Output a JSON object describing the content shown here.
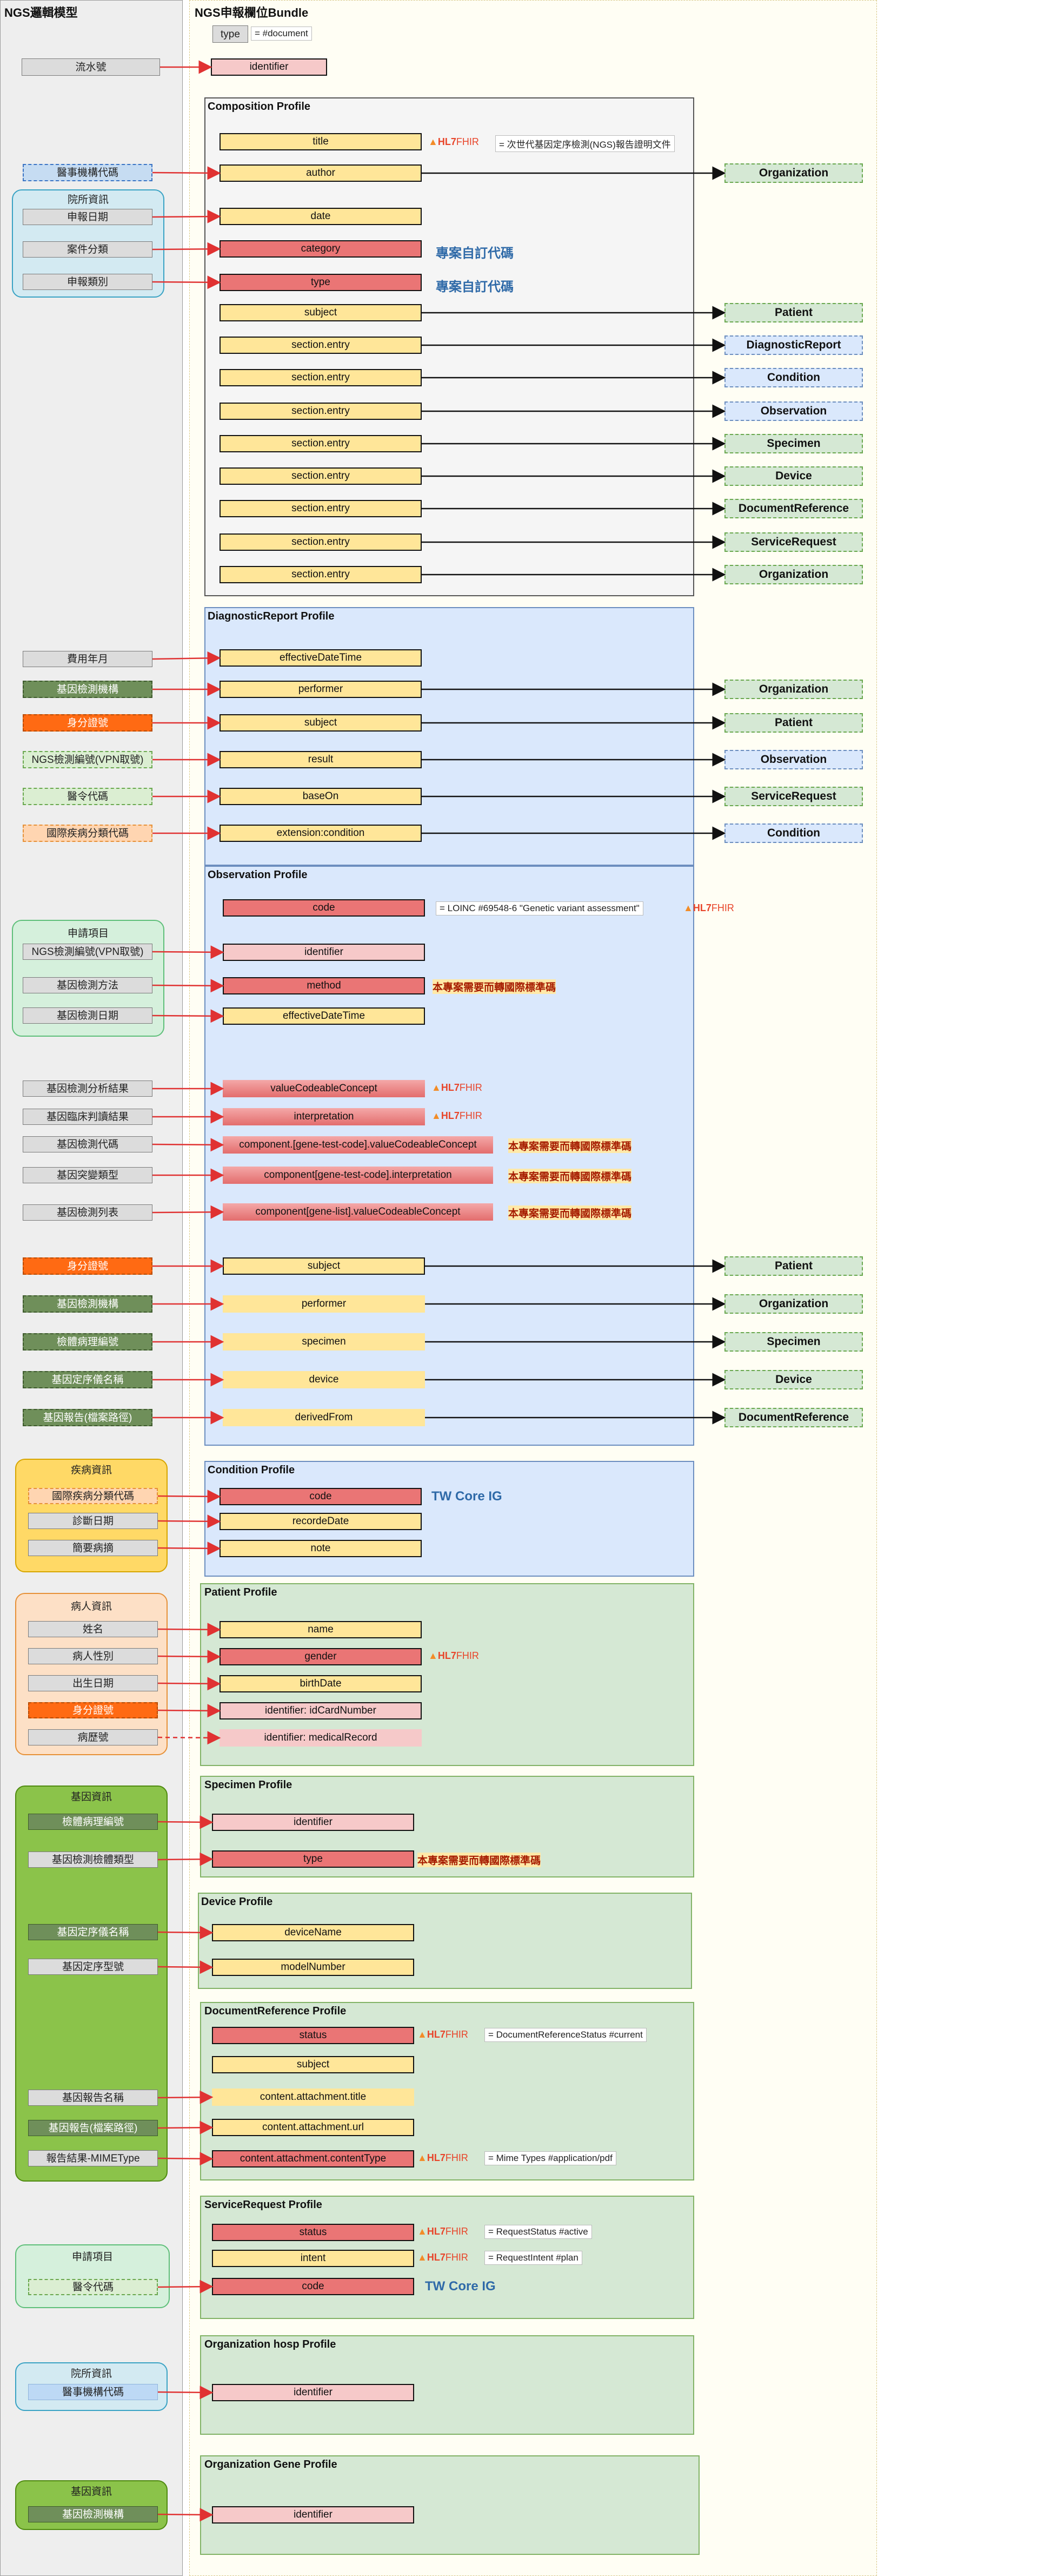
{
  "panels": {
    "left_title": "NGS邏輯模型",
    "right_title": "NGS申報欄位Bundle"
  },
  "bundle": {
    "type_label": "type",
    "type_value": "= #document",
    "identifier": "identifier",
    "serial_label": "流水號"
  },
  "fhir_badge": {
    "hl7": "HL7",
    "fhir": "FHIR"
  },
  "groups": {
    "hospital": "院所資訊",
    "apply": "申請項目",
    "disease": "疾病資訊",
    "patient": "病人資訊",
    "gene": "基因資訊",
    "apply2": "申請項目",
    "hospital2": "院所資訊",
    "gene2": "基因資訊"
  },
  "targets": {
    "organization": "Organization",
    "patient": "Patient",
    "diagnosticreport": "DiagnosticReport",
    "condition": "Condition",
    "observation": "Observation",
    "specimen": "Specimen",
    "device": "Device",
    "documentreference": "DocumentReference",
    "servicerequest": "ServiceRequest"
  },
  "composition": {
    "title": "Composition Profile",
    "fields": [
      "title",
      "author",
      "date",
      "category",
      "type",
      "subject",
      "section.entry",
      "section.entry",
      "section.entry",
      "section.entry",
      "section.entry",
      "section.entry",
      "section.entry",
      "section.entry"
    ],
    "title_eq": "= 次世代基因定序檢測(NGS)報告證明文件",
    "custom_code": "專案自訂代碼",
    "left": [
      "醫事機構代碼",
      "申報日期",
      "案件分類",
      "申報類別"
    ]
  },
  "diagnostic": {
    "title": "DiagnosticReport Profile",
    "fields": [
      "effectiveDateTime",
      "performer",
      "subject",
      "result",
      "baseOn",
      "extension:condition"
    ],
    "left": [
      "費用年月",
      "基因檢測機構",
      "身分證號",
      "NGS檢測編號(VPN取號)",
      "醫令代碼",
      "國際疾病分類代碼"
    ]
  },
  "observation": {
    "title": "Observation Profile",
    "fields": [
      "code",
      "identifier",
      "method",
      "effectiveDateTime",
      "valueCodeableConcept",
      "interpretation",
      "component.[gene-test-code].valueCodeableConcept",
      "component[gene-test-code].interpretation",
      "component[gene-list].valueCodeableConcept",
      "subject",
      "performer",
      "specimen",
      "device",
      "derivedFrom"
    ],
    "code_eq": "= LOINC #69548-6 \"Genetic variant assessment\"",
    "std_note": "本專案需要而轉國際標準碼",
    "left": [
      "NGS檢測編號(VPN取號)",
      "基因檢測方法",
      "基因檢測日期",
      "基因檢測分析結果",
      "基因臨床判讀結果",
      "基因檢測代碼",
      "基因突變類型",
      "基因檢測列表",
      "身分證號",
      "基因檢測機構",
      "檢體病理編號",
      "基因定序儀名稱",
      "基因報告(檔案路徑)"
    ]
  },
  "condition": {
    "title": "Condition Profile",
    "fields": [
      "code",
      "recordeDate",
      "note"
    ],
    "tw_core": "TW Core IG",
    "left": [
      "國際疾病分類代碼",
      "診斷日期",
      "簡要病摘"
    ]
  },
  "patient": {
    "title": "Patient Profile",
    "fields": [
      "name",
      "gender",
      "birthDate",
      "identifier: idCardNumber",
      "identifier: medicalRecord"
    ],
    "left": [
      "姓名",
      "病人性別",
      "出生日期",
      "身分證號",
      "病歷號"
    ]
  },
  "specimen": {
    "title": "Specimen Profile",
    "fields": [
      "identifier",
      "type"
    ],
    "left": [
      "檢體病理編號",
      "基因檢測檢體類型"
    ]
  },
  "device": {
    "title": "Device Profile",
    "fields": [
      "deviceName",
      "modelNumber"
    ],
    "left": [
      "基因定序儀名稱",
      "基因定序型號"
    ]
  },
  "docref": {
    "title": "DocumentReference Profile",
    "fields": [
      "status",
      "subject",
      "content.attachment.title",
      "content.attachment.url",
      "content.attachment.contentType"
    ],
    "status_eq": "= DocumentReferenceStatus  #current",
    "ctype_eq": "= Mime Types #application/pdf",
    "left": [
      "基因報告名稱",
      "基因報告(檔案路徑)",
      "報告結果-MIMEType"
    ]
  },
  "servicerequest": {
    "title": "ServiceRequest Profile",
    "fields": [
      "status",
      "intent",
      "code"
    ],
    "status_eq": "= RequestStatus  #active",
    "intent_eq": "= RequestIntent #plan",
    "left": [
      "醫令代碼"
    ]
  },
  "org_hosp": {
    "title": "Organization hosp Profile",
    "fields": [
      "identifier"
    ],
    "left": [
      "醫事機構代碼"
    ]
  },
  "org_gene": {
    "title": "Organization Gene Profile",
    "fields": [
      "identifier"
    ],
    "left": [
      "基因檢測機構"
    ]
  },
  "colors": {
    "red_line": "#e03232",
    "black_line": "#111111",
    "yellow": "#ffe699",
    "red": "#ea7575",
    "pink": "#f6c9c9"
  }
}
